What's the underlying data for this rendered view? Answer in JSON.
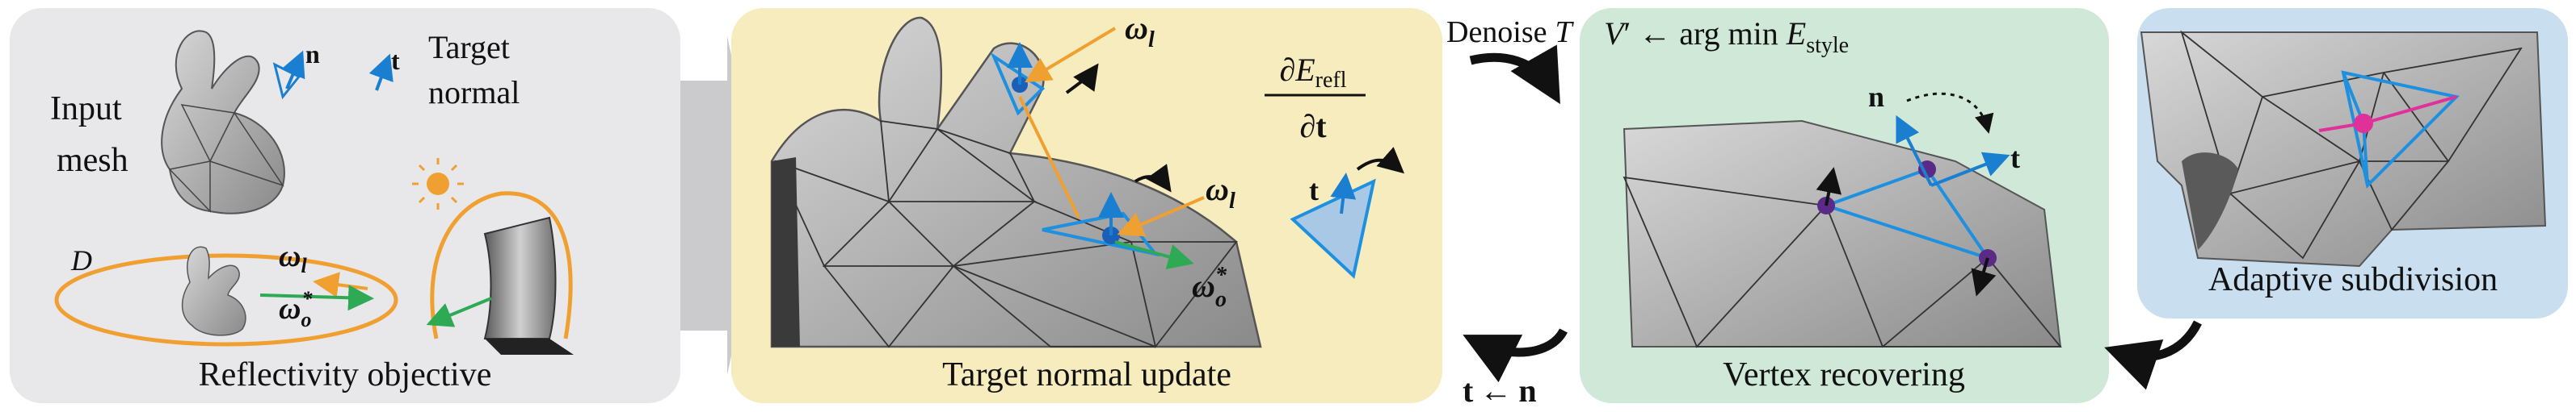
{
  "panels": {
    "input": {
      "label_input_mesh_1": "Input",
      "label_input_mesh_2": "mesh",
      "label_n": "n",
      "label_t": "t",
      "label_target_normal_1": "Target",
      "label_target_normal_2": "normal",
      "label_domain": "D",
      "label_omega": "ω",
      "label_sub_l": "l",
      "label_sub_o": "o",
      "label_star": "*",
      "caption": "Reflectivity objective",
      "colors": {
        "background": "#e8e8ea",
        "orb": "#f0a030",
        "green": "#2eaa55",
        "blue": "#1a7fd0"
      }
    },
    "target_update": {
      "label_omega": "ω",
      "label_sub_l": "l",
      "label_sub_o": "o",
      "label_star": "*",
      "frac_num_d": "∂",
      "frac_num_E": "E",
      "frac_num_sub": "refl",
      "frac_den": "∂t",
      "label_t": "t",
      "caption": "Target normal update",
      "colors": {
        "background": "#f7ecbe",
        "mesh_edge": "#1e90e0"
      }
    },
    "vertex_recover": {
      "top_label_V": "V",
      "top_label_prime": "′",
      "top_label_arrow": "←",
      "top_label_argmin": "arg min",
      "top_label_E": "E",
      "top_label_sub": "style",
      "label_n": "n",
      "label_t": "t",
      "caption": "Vertex recovering",
      "colors": {
        "background": "#cfe8d8",
        "vertex": "#5b2a86"
      }
    },
    "subdivision": {
      "caption": "Adaptive subdivision",
      "colors": {
        "background": "#c9dff0",
        "magenta": "#e0309a"
      }
    }
  },
  "flow": {
    "denoise_word": "Denoise",
    "denoise_symbol": "T",
    "assign_t": "t",
    "assign_arrow": "←",
    "assign_n": "n"
  }
}
